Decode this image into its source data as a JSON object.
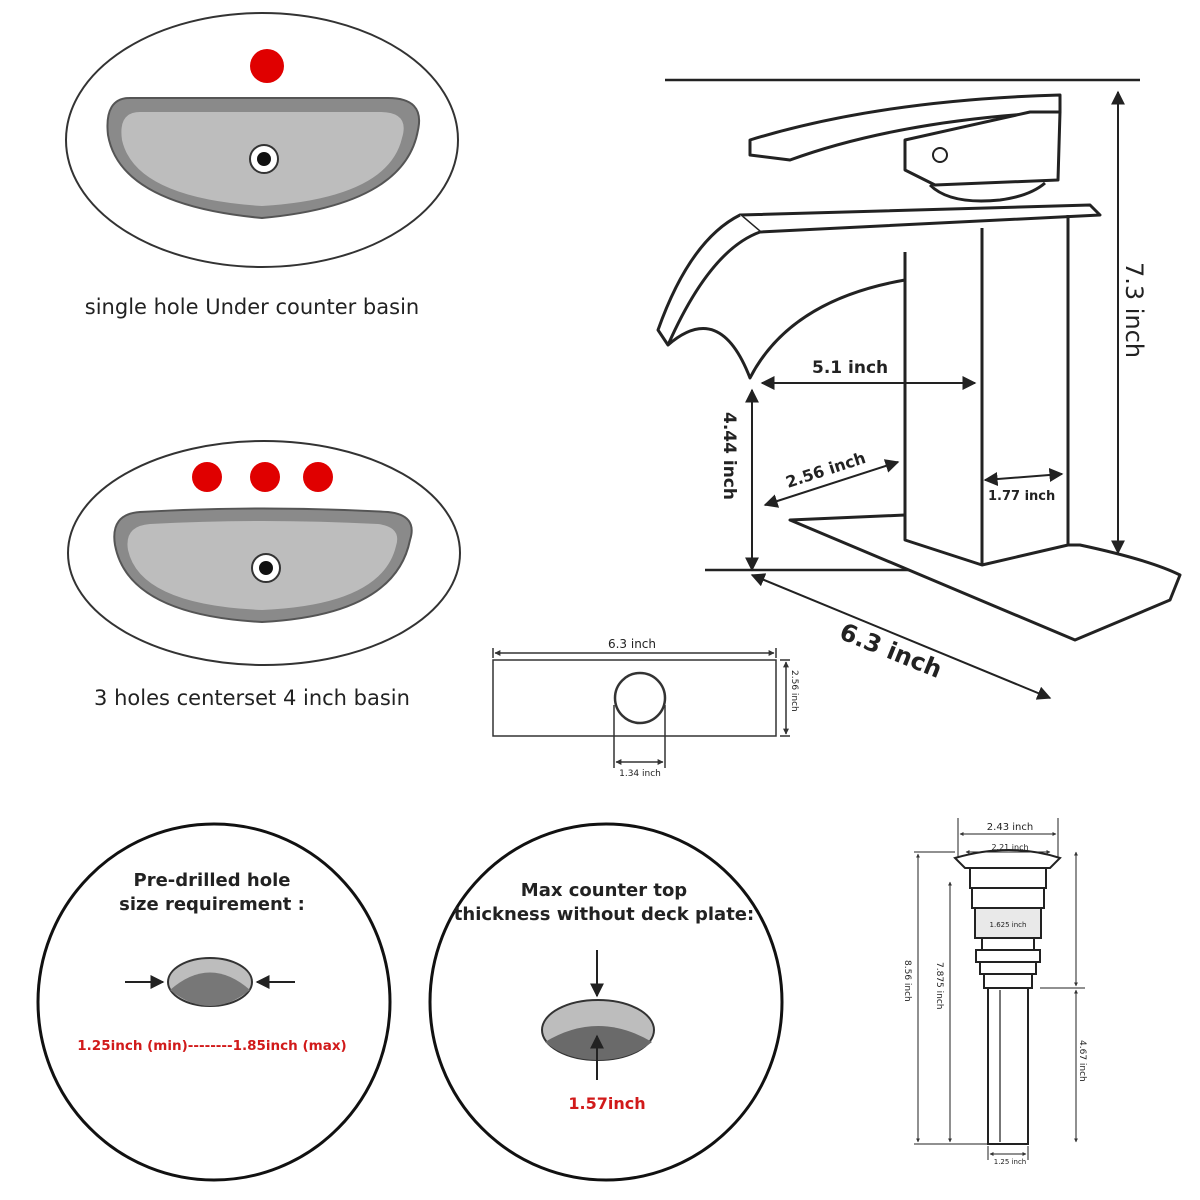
{
  "basins": {
    "single_hole_label": "single hole Under counter basin",
    "three_holes_label": "3 holes centerset 4 inch basin"
  },
  "faucet": {
    "height": "7.3 inch",
    "spout_reach": "5.1 inch",
    "spout_height": "4.44 inch",
    "deck_depth": "2.56 inch",
    "body_width": "1.77 inch",
    "deck_length": "6.3 inch"
  },
  "deck_plate": {
    "length": "6.3 inch",
    "width": "2.56 inch",
    "hole": "1.34 inch"
  },
  "hole_requirement": {
    "title_line1": "Pre-drilled hole",
    "title_line2": "size requirement :",
    "min_label": "1.25inch (min)",
    "separator": "--------",
    "max_label": "1.85inch (max)"
  },
  "counter_thickness": {
    "title_line1": "Max counter top",
    "title_line2": "thickness without deck plate:",
    "value": "1.57inch"
  },
  "drain": {
    "top_width": "2.43 inch",
    "inner_width": "2.21 inch",
    "flange": "1.625 inch",
    "total_height": "8.56 inch",
    "mid_height": "7.875 inch",
    "lower_height": "4.67 inch",
    "bottom_width": "1.25 inch"
  },
  "colors": {
    "hole_red": "#e00000",
    "label_red": "#d11a1a",
    "basin_gray": "#9e9e9e",
    "basin_dark": "#6f6f6f"
  }
}
